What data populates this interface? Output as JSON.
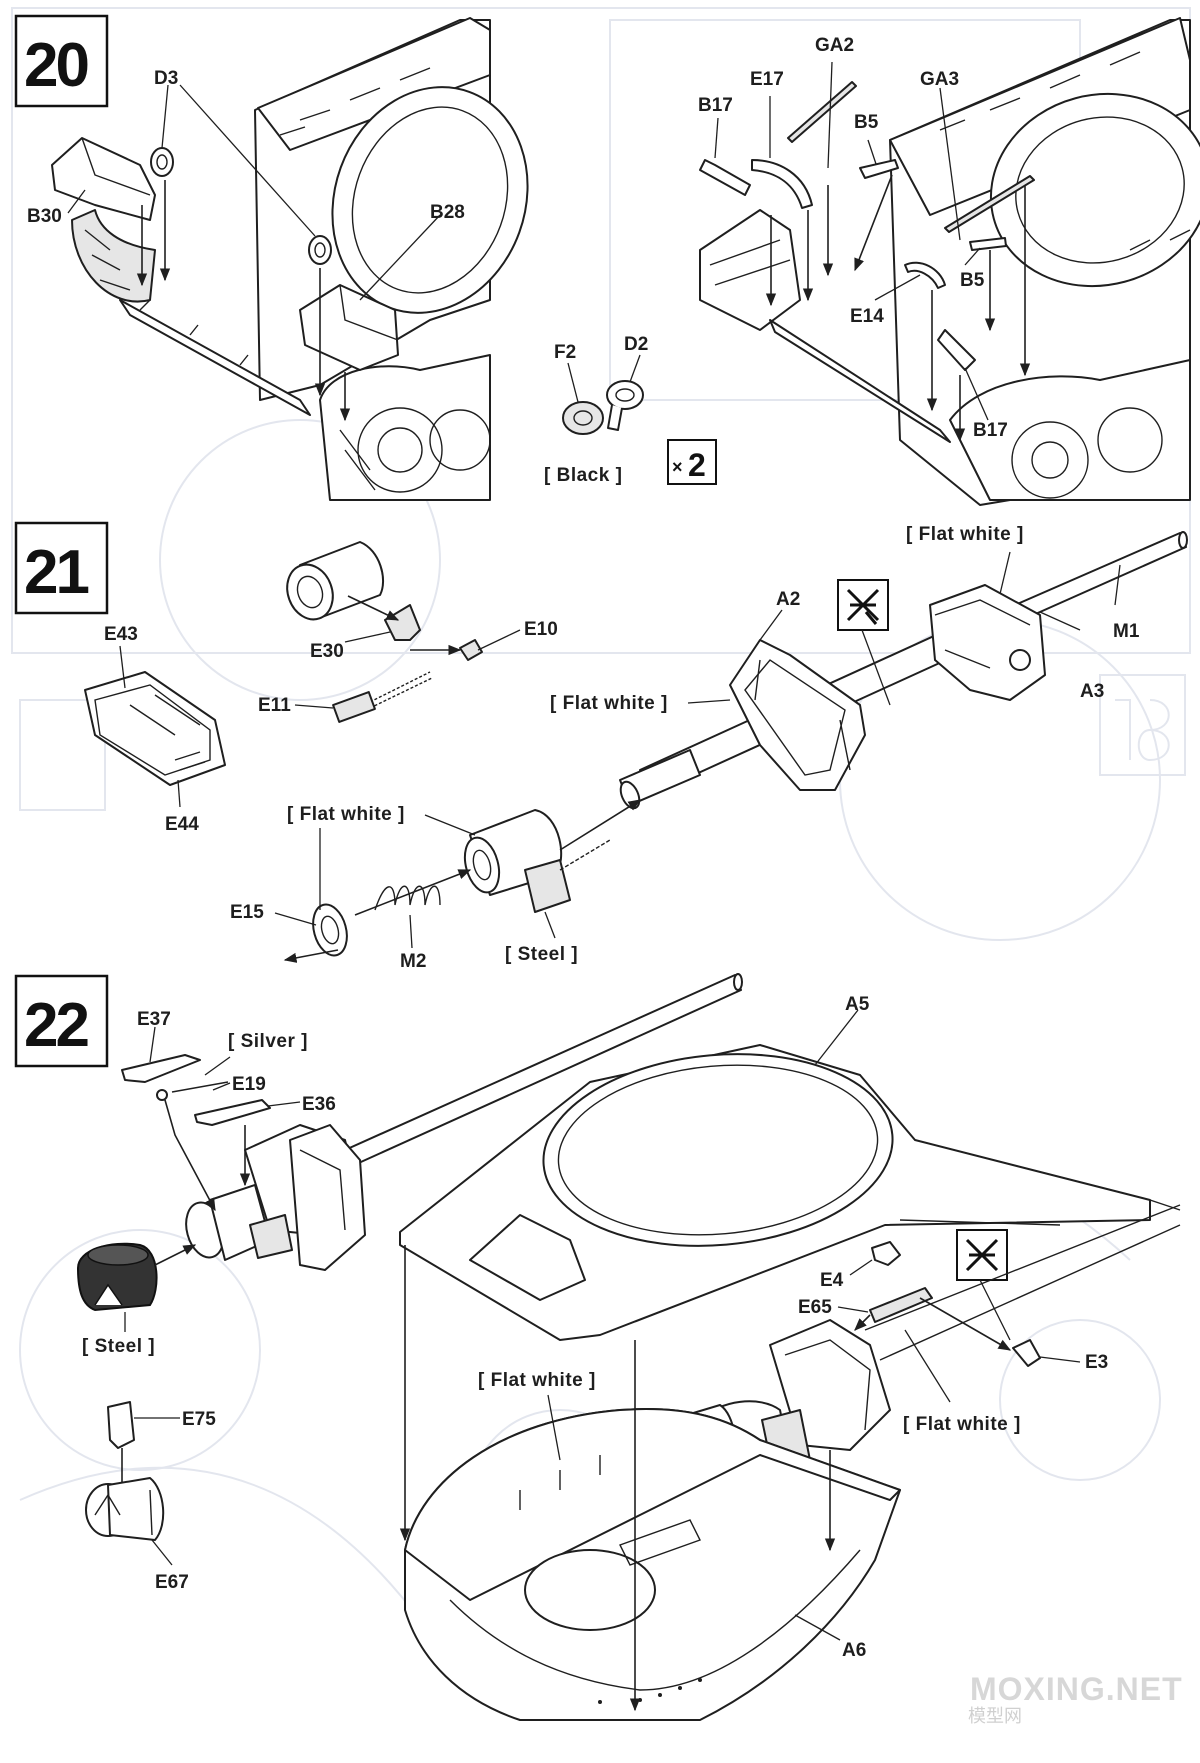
{
  "steps": {
    "step20": {
      "number": "20",
      "labels": {
        "d3": "D3",
        "b30": "B30",
        "b28": "B28",
        "b17_top": "B17",
        "e17": "E17",
        "ga2": "GA2",
        "b5_top": "B5",
        "ga3": "GA3",
        "e14": "E14",
        "b5_mid": "B5",
        "b17_low": "B17",
        "f2": "F2",
        "d2": "D2"
      },
      "paint": {
        "black": "[ Black ]"
      },
      "multiplier": "2",
      "multiplier_sign": "×"
    },
    "step21": {
      "number": "21",
      "labels": {
        "e43": "E43",
        "e44": "E44",
        "e30": "E30",
        "e10": "E10",
        "e11": "E11",
        "a2": "A2",
        "a3": "A3",
        "m1": "M1",
        "e15": "E15",
        "m2": "M2"
      },
      "paint": {
        "flat_white_top": "[ Flat white ]",
        "flat_white_mid": "[ Flat white ]",
        "flat_white_low": "[ Flat white ]",
        "steel": "[ Steel ]"
      }
    },
    "step22": {
      "number": "22",
      "labels": {
        "e37": "E37",
        "e19": "E19",
        "e36": "E36",
        "a5": "A5",
        "e4": "E4",
        "e65": "E65",
        "e3": "E3",
        "e75": "E75",
        "e67": "E67",
        "a6": "A6"
      },
      "paint": {
        "silver": "[ Silver ]",
        "steel": "[ Steel ]",
        "flat_white_left": "[ Flat white ]",
        "flat_white_right": "[ Flat white ]"
      }
    }
  },
  "icons": [
    "no-glue-icon",
    "no-glue-icon"
  ],
  "watermark": {
    "text": "MOXING.NET",
    "subtext": "模型网"
  }
}
